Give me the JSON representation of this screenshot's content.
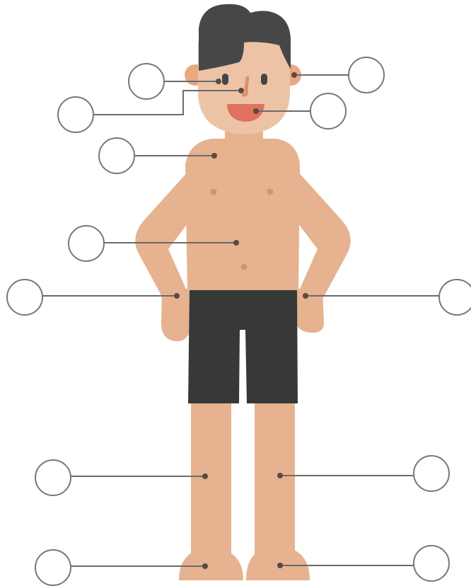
{
  "title": "",
  "colors": {
    "skin": "#E6B28F",
    "ear": "#E8A882",
    "face": "#EDC3A6",
    "hair": "#474747",
    "shorts": "#373938",
    "mouth": "#E07160",
    "nose": "#D9936B",
    "nipple": "#D49275",
    "eye": "#454545",
    "line": "#6B6B6B",
    "dot": "#5A4A42",
    "circle_stroke": "#777777"
  },
  "labels": [
    {
      "id": "eye",
      "text": ""
    },
    {
      "id": "ear",
      "text": ""
    },
    {
      "id": "nose",
      "text": ""
    },
    {
      "id": "mouth",
      "text": ""
    },
    {
      "id": "shoulder",
      "text": ""
    },
    {
      "id": "belly",
      "text": ""
    },
    {
      "id": "left-hand",
      "text": ""
    },
    {
      "id": "right-hand",
      "text": ""
    },
    {
      "id": "left-leg",
      "text": ""
    },
    {
      "id": "right-leg",
      "text": ""
    },
    {
      "id": "left-foot",
      "text": ""
    },
    {
      "id": "right-foot",
      "text": ""
    }
  ]
}
